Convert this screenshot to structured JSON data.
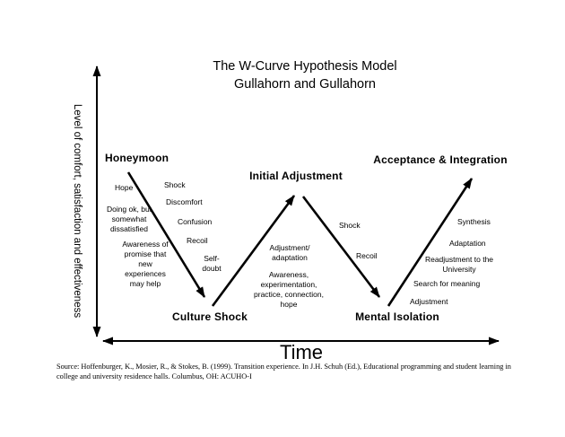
{
  "title": {
    "line1": "The W-Curve Hypothesis Model",
    "line2": "Gullahorn and Gullahorn"
  },
  "axes": {
    "y_label": "Level of comfort, satisfaction and effectiveness",
    "x_label": "Time"
  },
  "stages": {
    "honeymoon": "Honeymoon",
    "culture_shock": "Culture Shock",
    "initial_adjustment": "Initial Adjustment",
    "mental_isolation": "Mental Isolation",
    "acceptance_integration": "Acceptance & Integration"
  },
  "annotations": {
    "hope": "Hope",
    "shock_1": "Shock",
    "doing_ok": "Doing ok, but somewhat dissatisfied",
    "discomfort": "Discomfort",
    "confusion": "Confusion",
    "recoil_1": "Recoil",
    "awareness_promise": "Awareness of promise that new experiences may help",
    "self_doubt": "Self-doubt",
    "adjustment_adaptation": "Adjustment/ adaptation",
    "awareness_practice": "Awareness, experimentation, practice, connection, hope",
    "shock_2": "Shock",
    "recoil_2": "Recoil",
    "synthesis": "Synthesis",
    "adaptation": "Adaptation",
    "readjustment": "Readjustment to the University",
    "search_for_meaning": "Search for meaning",
    "adjustment": "Adjustment"
  },
  "source": {
    "line1": "Source: Hoffenburger, K., Mosier, R., & Stokes, B. (1999). Transition experience. In J.H. Schuh (Ed.), Educational programming and student learning in",
    "line2": "college and university residence halls. Columbus, OH: ACUHO-I"
  },
  "colors": {
    "ink": "#000000",
    "background": "#ffffff"
  }
}
